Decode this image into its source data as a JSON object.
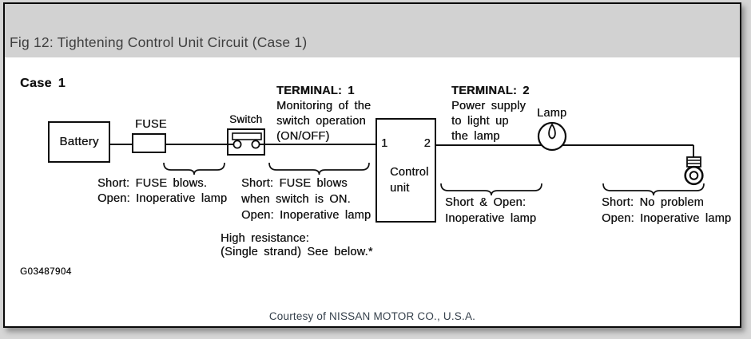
{
  "window": {
    "title": "Fig 12: Tightening Control Unit Circuit (Case 1)"
  },
  "diagram": {
    "case_label": "Case 1",
    "components": {
      "battery_label": "Battery",
      "fuse_label": "FUSE",
      "switch_label": "Switch",
      "control_unit_line1": "Control",
      "control_unit_line2": "unit",
      "terminal_1_pin": "1",
      "terminal_2_pin": "2",
      "lamp_label": "Lamp"
    },
    "notes": {
      "terminal1_title": "TERMINAL: 1",
      "terminal1_lines": [
        "Monitoring of the",
        "switch operation",
        "(ON/OFF)"
      ],
      "terminal2_title": "TERMINAL: 2",
      "terminal2_lines": [
        "Power supply",
        "to light up",
        "the lamp"
      ],
      "fuse_to_switch_lines": [
        "Short: FUSE blows.",
        "Open: Inoperative lamp"
      ],
      "switch_to_control_lines": [
        "Short: FUSE blows",
        "when switch is ON.",
        "Open: Inoperative lamp"
      ],
      "high_resistance_lines": [
        "High resistance:",
        "(Single strand) See below.*"
      ],
      "control_to_lamp_lines": [
        "Short & Open:",
        "Inoperative lamp"
      ],
      "lamp_to_ground_lines": [
        "Short: No problem",
        "Open: Inoperative lamp"
      ]
    },
    "ref_code": "G03487904"
  },
  "footer": {
    "courtesy": "Courtesy of NISSAN MOTOR CO., U.S.A."
  },
  "colors": {
    "page_background": "#d6d6d6",
    "titlebar_background": "#d2d2d2",
    "panel_background": "#ffffff",
    "panel_border": "#0a0a0a",
    "ink": "#141414",
    "courtesy_text": "#36414c"
  }
}
